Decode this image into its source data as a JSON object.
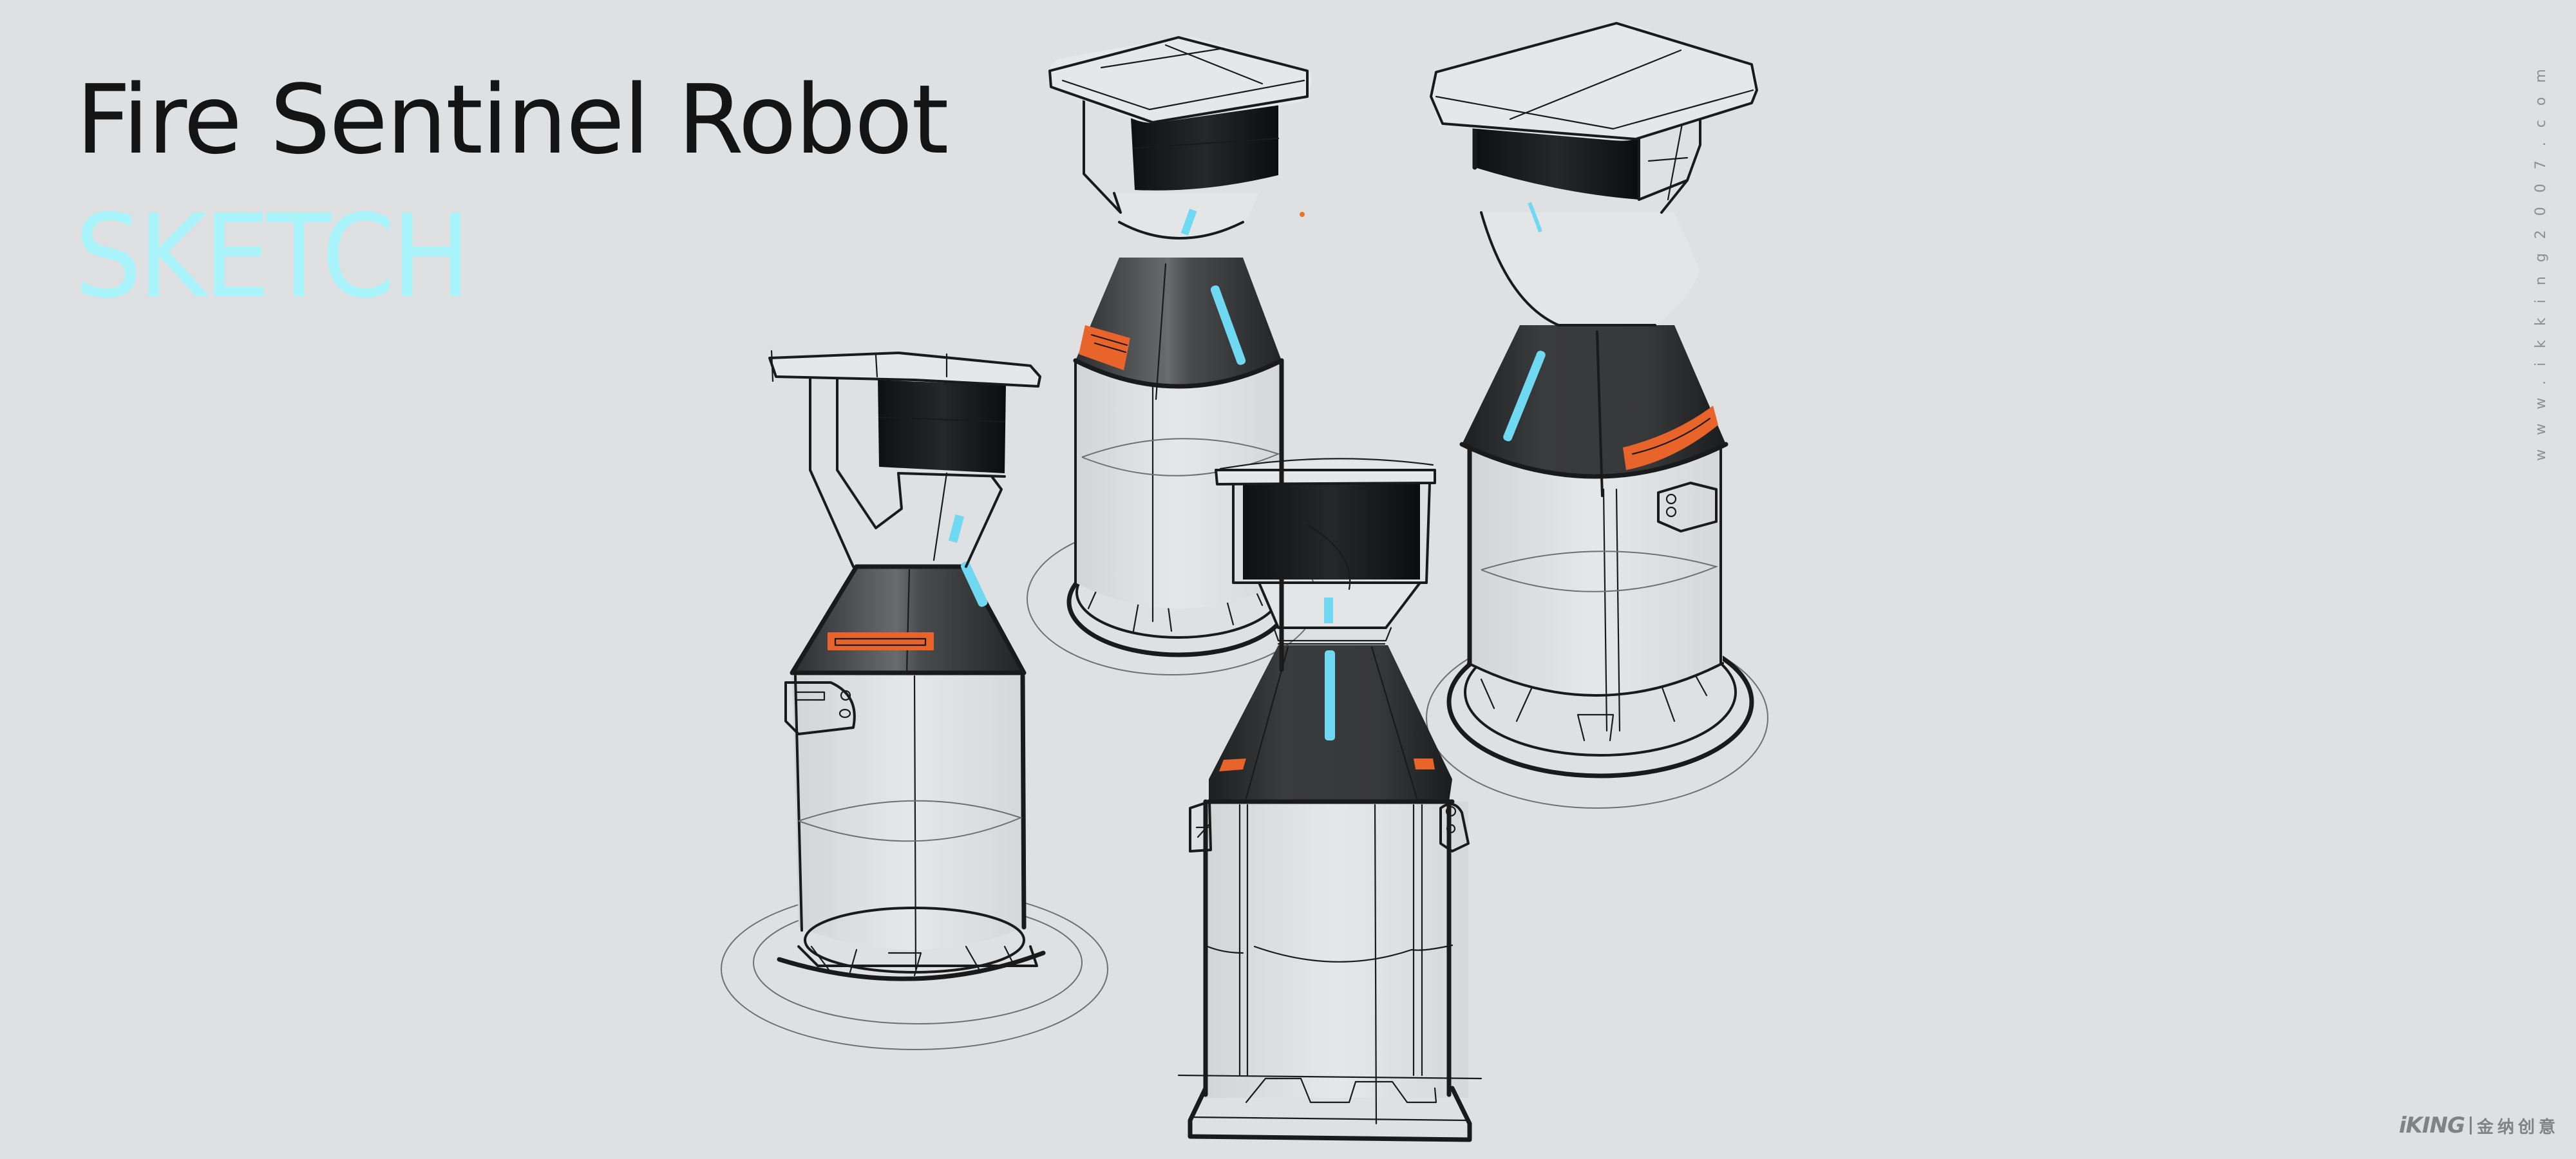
{
  "header": {
    "title": "Fire Sentinel Robot",
    "subtitle": "SKETCH"
  },
  "watermark": {
    "text": "www.ikking2007.com"
  },
  "brand": {
    "mark": "iKING",
    "name_cn": "金纳创意"
  },
  "colors": {
    "background": "#dfe0e2",
    "title": "#141414",
    "accent_cyan": "#a9f4fa",
    "led_blue": "#6fd9f2",
    "vent_orange": "#e8642a",
    "panel_dark": "#2b2c2e",
    "screen_black": "#141516",
    "watermark_gray": "#8c8e90"
  },
  "sketches": [
    {
      "id": "robot-a",
      "view": "three-quarter left, square screen head, trapezoid dark band with orange vent"
    },
    {
      "id": "robot-b",
      "view": "back center, rounded screen head, cone band with curved orange vent"
    },
    {
      "id": "robot-c",
      "view": "front center, box body, flat cone band with center blue light and side orange vents"
    },
    {
      "id": "robot-d",
      "view": "right, large rounded head, cone band with curved orange vent, side bracket"
    }
  ]
}
